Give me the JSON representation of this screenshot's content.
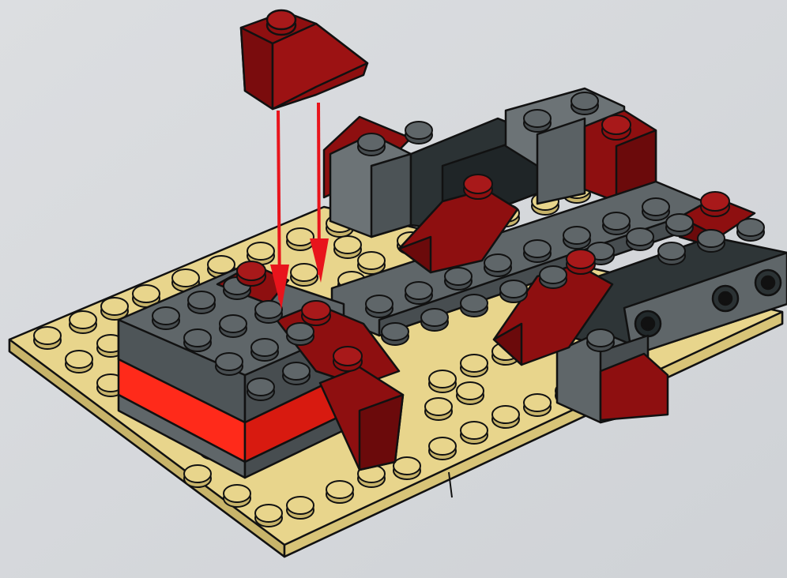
{
  "diagram": {
    "kind": "lego-building-instruction-step",
    "colors": {
      "background": "#d7d9dc",
      "tan_plate": "#e8d58c",
      "tan_side": "#c8b46a",
      "dark_gray": "#5f6669",
      "dark_gray_side": "#474d50",
      "black": "#22292b",
      "dark_red": "#8e0f10",
      "dark_red_side": "#6b0a0b",
      "bright_red": "#ff2a1a",
      "arrow": "#e8141c",
      "outline": "#111111"
    },
    "parts": [
      {
        "name": "new-part-dark-red-slope",
        "color": "dark_red",
        "is_new": true
      },
      {
        "name": "tan-baseplate",
        "color": "tan_plate"
      },
      {
        "name": "dark-gray-stack",
        "color": "dark_gray"
      },
      {
        "name": "bright-red-layer",
        "color": "bright_red"
      },
      {
        "name": "back-row-bricks",
        "color": "dark_gray"
      },
      {
        "name": "technic-bricks",
        "color": "black"
      },
      {
        "name": "dark-red-slopes",
        "color": "dark_red"
      }
    ],
    "arrows": [
      {
        "name": "placement-arrow-left",
        "direction": "down"
      },
      {
        "name": "placement-arrow-right",
        "direction": "down"
      }
    ]
  }
}
